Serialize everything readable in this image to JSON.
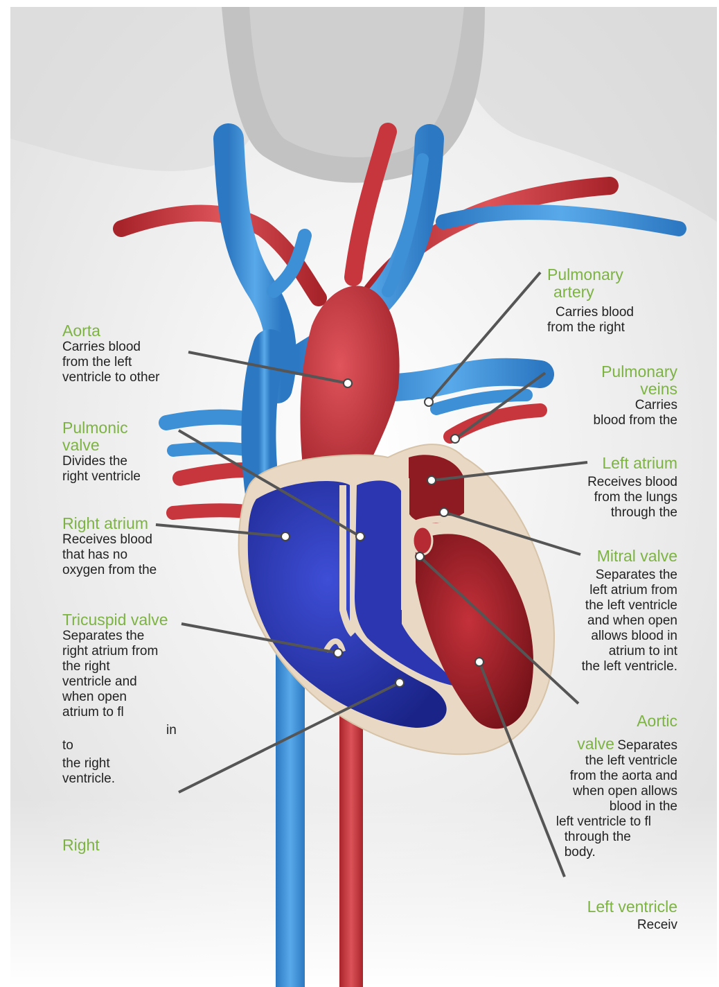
{
  "colors": {
    "title": "#7cb342",
    "text": "#222222",
    "vein": "#3d8fd6",
    "artery": "#c8363d",
    "deoxy": "#2733a8",
    "oxy": "#9e1c24",
    "wall": "#e9d9c4"
  },
  "labels": {
    "aorta": {
      "title": "Aorta",
      "lines": [
        "Carries blood",
        "from the left",
        "ventricle to other"
      ]
    },
    "pulmonic_valve": {
      "title": [
        "Pulmonic",
        "valve"
      ],
      "lines": [
        "Divides the",
        "right ventricle"
      ]
    },
    "right_atrium": {
      "title": "Right atrium",
      "lines": [
        "Receives blood",
        "that has no",
        "oxygen from the"
      ]
    },
    "tricuspid_valve": {
      "title": "Tricuspid valve",
      "lines": [
        "Separates the",
        "right atrium from",
        "the right",
        "ventricle and",
        "when open",
        "atrium to fl",
        "in",
        "to",
        "the right",
        "ventricle."
      ]
    },
    "right_ventricle": {
      "title": "Right"
    },
    "pulmonary_artery": {
      "title": [
        "Pulmonary",
        "artery"
      ],
      "lines": [
        "Carries blood",
        "from the right"
      ]
    },
    "pulmonary_veins": {
      "title": [
        "Pulmonary",
        "veins"
      ],
      "lines": [
        "Carries",
        "blood from the"
      ]
    },
    "left_atrium": {
      "title": "Left atrium",
      "lines": [
        "Receives blood",
        "from the lungs",
        "through the"
      ]
    },
    "mitral_valve": {
      "title": "Mitral valve",
      "lines": [
        "Separates the",
        "left atrium from",
        "the left ventricle",
        "and when open",
        "allows blood in",
        "atrium to int",
        "the left ventricle."
      ]
    },
    "aortic_valve": {
      "title": [
        "Aortic",
        "valve"
      ],
      "lines": [
        "Separates",
        "the left ventricle",
        "from the aorta and",
        "when open allows",
        "blood in the",
        "left ventricle to fl",
        "through the",
        "body."
      ]
    },
    "left_ventricle": {
      "title": "Left ventricle",
      "lines": [
        "Receiv"
      ]
    }
  }
}
